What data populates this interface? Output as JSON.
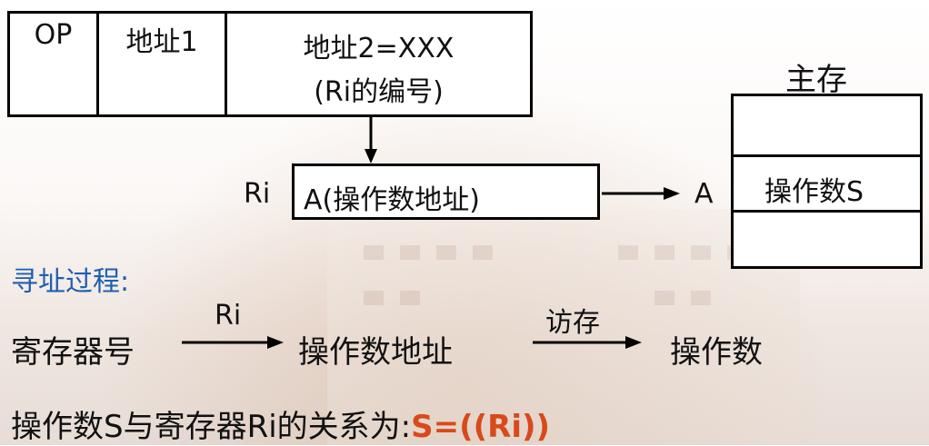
{
  "instruction": {
    "op": "OP",
    "addr1": "地址1",
    "addr2_line1": "地址2=XXX",
    "addr2_line2": "(Ri的编号)"
  },
  "register": {
    "name": "Ri",
    "content": "A(操作数地址)"
  },
  "arrow_target_label": "A",
  "memory": {
    "title": "主存",
    "operand": "操作数S"
  },
  "process": {
    "title": "寻址过程:",
    "step1": "寄存器号",
    "arrow1_label": "Ri",
    "step2": "操作数地址",
    "arrow2_label": "访存",
    "step3": "操作数"
  },
  "relation": {
    "text": "操作数S与寄存器Ri的关系为:",
    "formula": "S=((Ri))"
  },
  "colors": {
    "title_blue": "#1f5fb0",
    "formula_red": "#d84a1b"
  }
}
